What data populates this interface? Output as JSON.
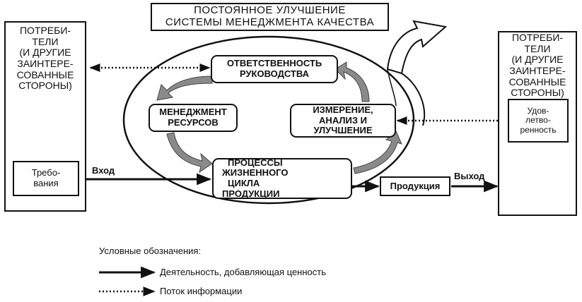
{
  "title": {
    "line1": "ПОСТОЯННОЕ УЛУЧШЕНИЕ",
    "line2": "СИСТЕМЫ МЕНЕДЖМЕНТА КАЧЕСТВА"
  },
  "left_stakeholders": [
    "ПОТРЕБИ-",
    "ТЕЛИ",
    "(И ДРУГИЕ",
    "ЗАИНТЕРЕ-",
    "СОВАННЫЕ",
    "СТОРОНЫ)"
  ],
  "right_stakeholders": [
    "ПОТРЕБИ-",
    "ТЕЛИ",
    "(И ДРУГИЕ",
    "ЗАИНТЕРЕ-",
    "СОВАННЫЕ",
    "СТОРОНЫ)"
  ],
  "requirements": [
    "Требо-",
    "вания"
  ],
  "satisfaction": [
    "Удов-",
    "летво-",
    "ренность"
  ],
  "processes": {
    "responsibility": [
      "ОТВЕТСТВЕННОСТЬ",
      "РУКОВОДСТВА"
    ],
    "resources": [
      "МЕНЕДЖМЕНТ",
      "РЕСУРСОВ"
    ],
    "measurement": [
      "ИЗМЕРЕНИЕ,",
      "АНАЛИЗ И",
      "УЛУЧШЕНИЕ"
    ],
    "lifecycle": [
      "ПРОЦЕССЫ",
      "ЖИЗНЕННОГО",
      "ЦИКЛА",
      "ПРОДУКЦИИ"
    ]
  },
  "product": "Продукция",
  "input_label": "Вход",
  "output_label": "Выход",
  "legend": {
    "title": "Условные обозначения:",
    "value_activity": "Деятельность, добавляющая ценность",
    "info_flow": "Поток информации"
  }
}
